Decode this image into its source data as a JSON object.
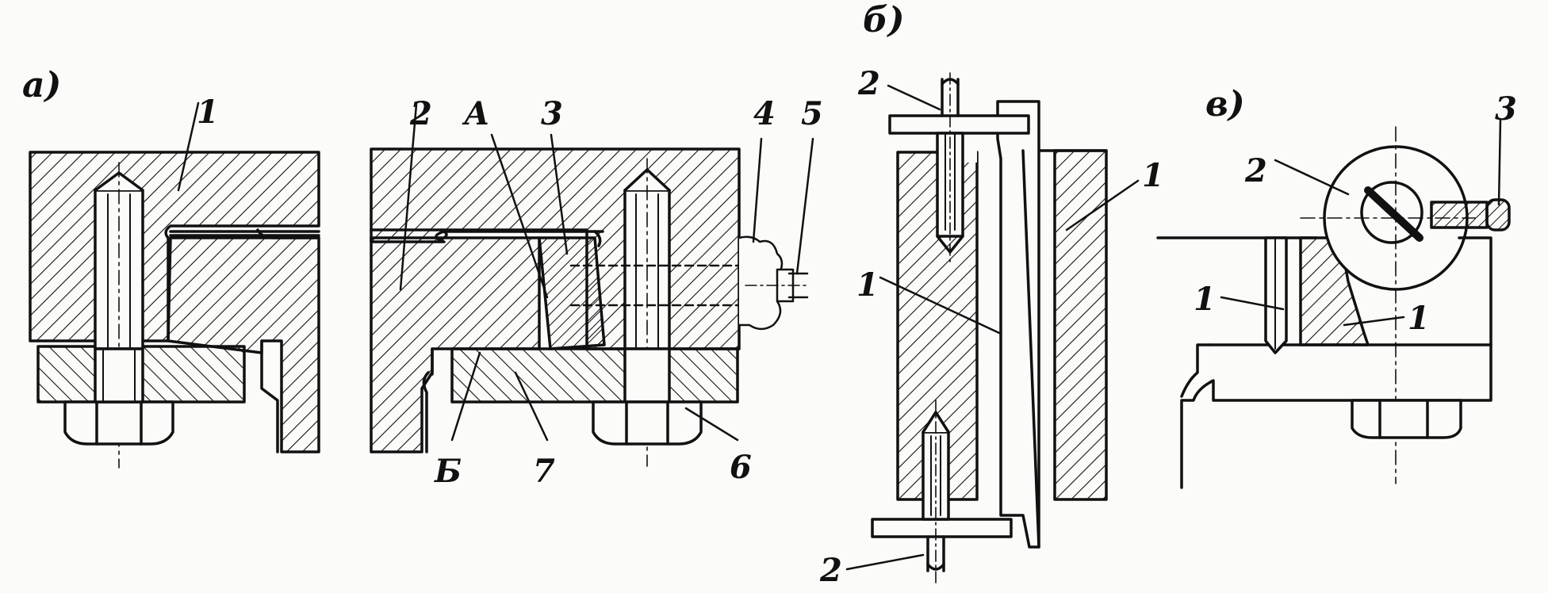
{
  "panels": {
    "a": "a)",
    "b": "б)",
    "v": "в)"
  },
  "labels": {
    "a_1": "1",
    "a2_2": "2",
    "a2_A": "А",
    "a2_3": "3",
    "a2_4": "4",
    "a2_5": "5",
    "a2_B": "Б",
    "a2_7": "7",
    "a2_6": "6",
    "b_2_top": "2",
    "b_1_left": "1",
    "b_1_right": "1",
    "b_2_bottom": "2",
    "v_3": "3",
    "v_2": "2",
    "v_1_left": "1",
    "v_1_right": "1"
  },
  "colors": {
    "ink": "#111111",
    "paper": "#fbfbf9"
  }
}
